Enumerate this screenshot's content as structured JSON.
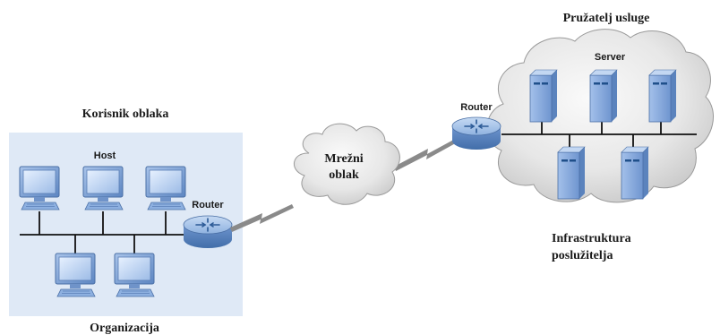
{
  "labels": {
    "cloud_user": "Korisnik oblaka",
    "host": "Host",
    "router_left": "Router",
    "organization": "Organizacija",
    "network_cloud_line1": "Mrežni",
    "network_cloud_line2": "oblak",
    "router_right": "Router",
    "provider": "Pružatelj usluge",
    "server": "Server",
    "infra_line1": "Infrastruktura",
    "infra_line2": "poslužitelja"
  },
  "colors": {
    "org_background": "#dfe9f6",
    "lan_bus": "#111111",
    "monitor_body": "#7aa0d4",
    "router_body": "#7aa0d4",
    "server_body": "#86a9d8",
    "wan_link": "#888888",
    "cloud_fill": "#e4e4e4"
  },
  "icons": {
    "host": "desktop-computer-icon",
    "router": "router-icon",
    "server": "tower-server-icon",
    "cloud": "cloud-icon",
    "link": "serial-lightning-link-icon"
  }
}
